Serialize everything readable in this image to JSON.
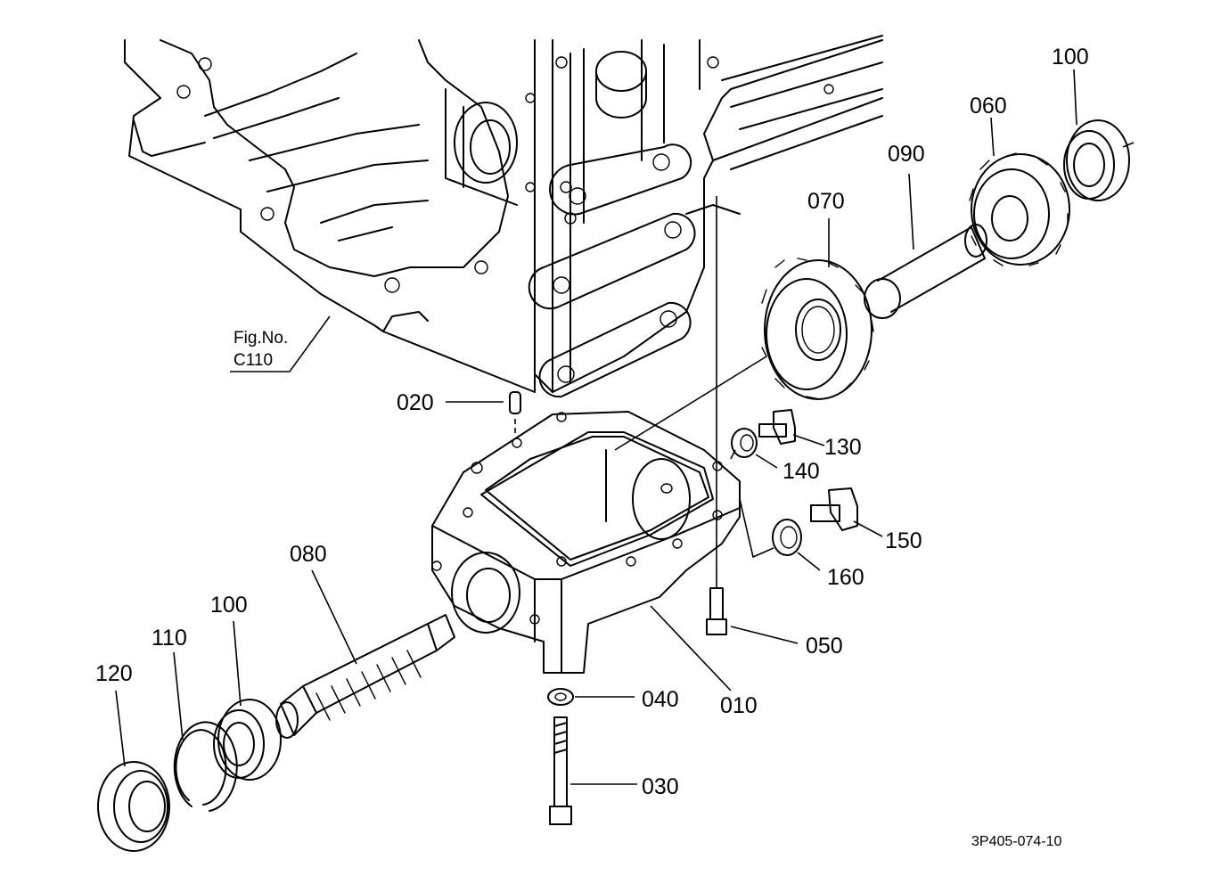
{
  "figure_ref": {
    "line1": "Fig.No.",
    "line2": "C110"
  },
  "drawing_code": "3P405-074-10",
  "callouts": {
    "p010": "010",
    "p020": "020",
    "p030": "030",
    "p040": "040",
    "p050": "050",
    "p060": "060",
    "p070": "070",
    "p080": "080",
    "p090": "090",
    "p100a": "100",
    "p100b": "100",
    "p110": "110",
    "p120": "120",
    "p130": "130",
    "p140": "140",
    "p150": "150",
    "p160": "160"
  }
}
